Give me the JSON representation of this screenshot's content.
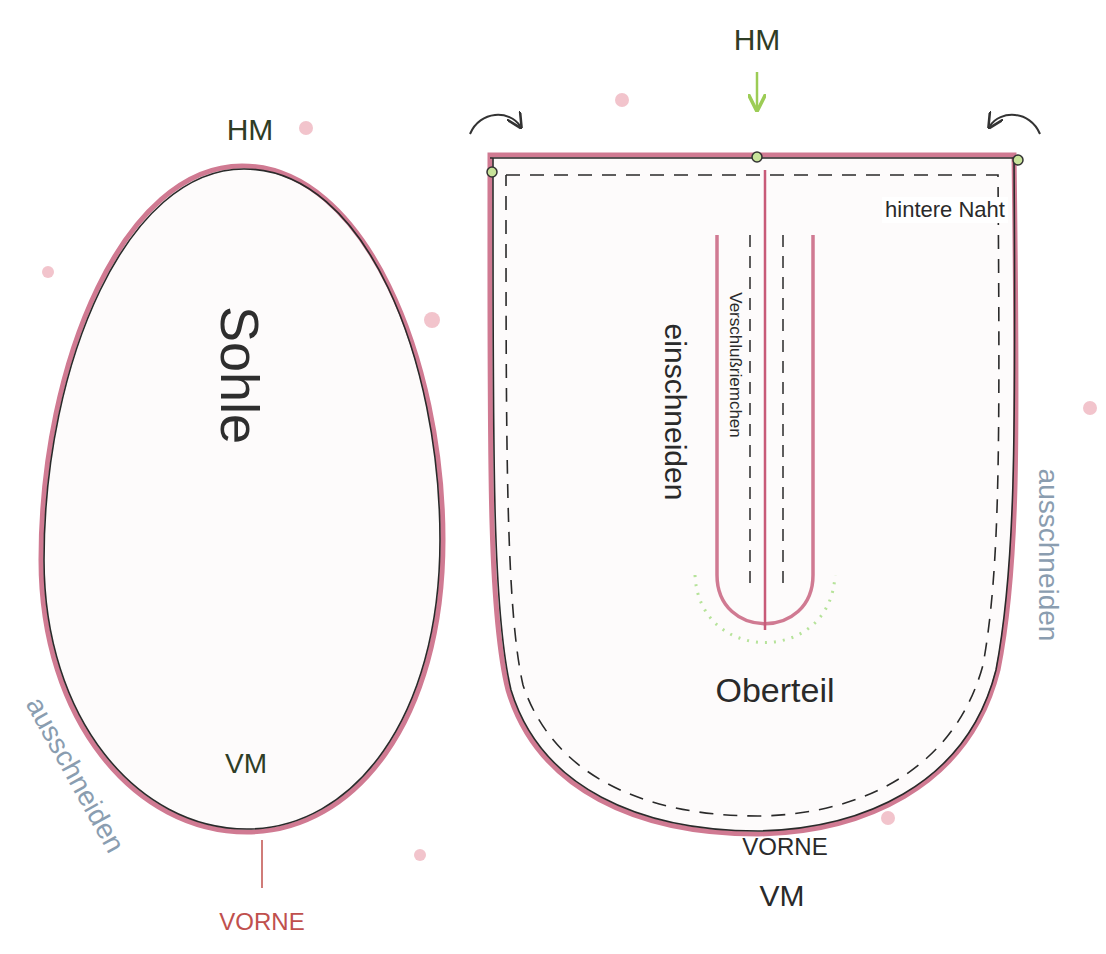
{
  "diagram": {
    "nodes": [
      {
        "text": [
          "Sohle"
        ]
      },
      {
        "text": [
          "Oberteil"
        ]
      },
      {
        "text": [
          "Verschlußriemchen"
        ],
        "in": 1
      }
    ],
    "labels": [
      "HM",
      "ausschneiden",
      "VM",
      "VORNE",
      "HM",
      "hintere Naht",
      "einschneiden",
      "ausschneiden",
      "VORNE",
      "VM"
    ]
  }
}
